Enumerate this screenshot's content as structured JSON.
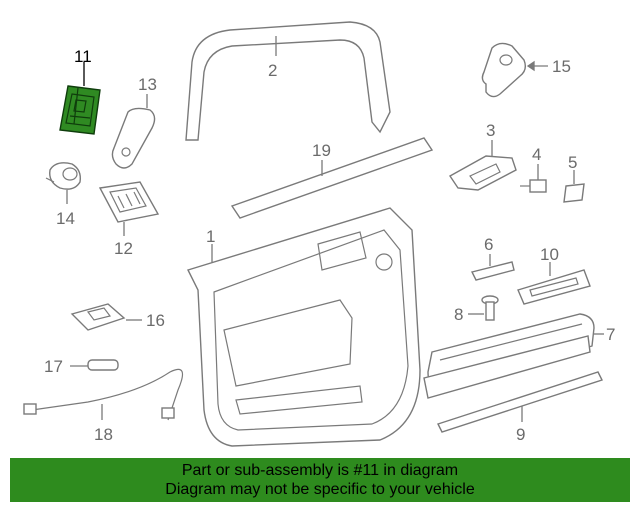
{
  "diagram": {
    "callouts": [
      "1",
      "2",
      "3",
      "4",
      "5",
      "6",
      "7",
      "8",
      "9",
      "10",
      "11",
      "12",
      "13",
      "14",
      "15",
      "16",
      "17",
      "18",
      "19"
    ],
    "highlighted_callout": "11",
    "highlight_color": "#2e8b1e"
  },
  "banner": {
    "line1": "Part or sub-assembly is #11 in diagram",
    "line2": "Diagram may not be specific to your vehicle",
    "background": "#2e8b1e"
  }
}
